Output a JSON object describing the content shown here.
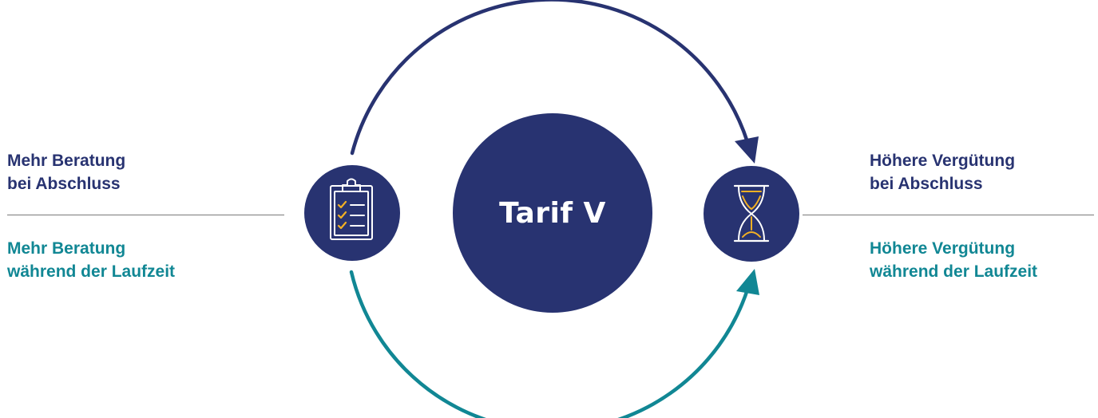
{
  "center_title": "Tarif V",
  "left": {
    "top_lines": [
      "Mehr Beratung",
      "bei Abschluss"
    ],
    "bottom_lines": [
      "Mehr Beratung",
      "während der Laufzeit"
    ]
  },
  "right": {
    "top_lines": [
      "Höhere Vergütung",
      "bei Abschluss"
    ],
    "bottom_lines": [
      "Höhere Vergütung",
      "während der Laufzeit"
    ]
  },
  "icons": {
    "left": "clipboard-checklist-icon",
    "right": "hourglass-icon"
  },
  "colors": {
    "navy": "#283371",
    "teal": "#118794",
    "accent": "#f2b024",
    "divider": "#7a7a7a"
  }
}
